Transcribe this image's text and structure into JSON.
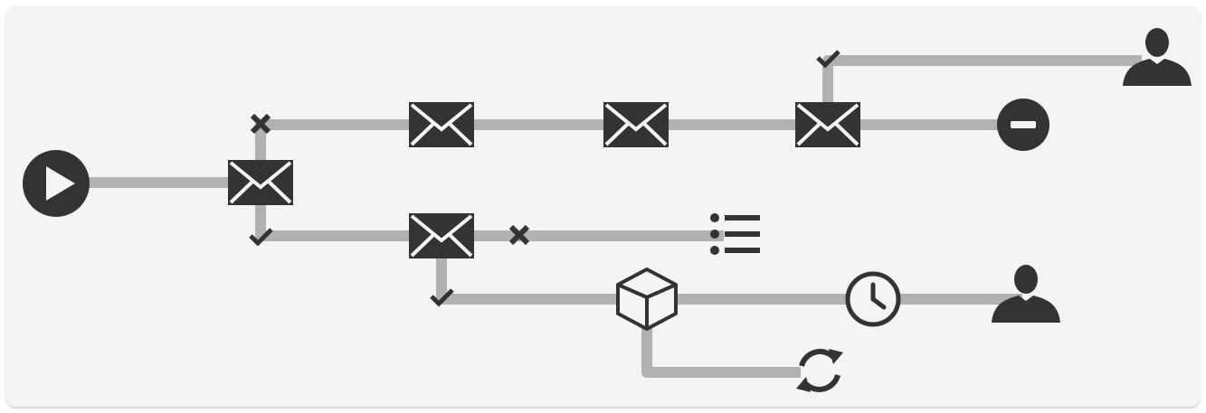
{
  "diagram": {
    "type": "workflow",
    "colors": {
      "connector": "#b1b1b1",
      "icon": "#333333",
      "card_background": "#f4f4f4"
    },
    "nodes": [
      {
        "id": "start",
        "icon": "play-icon"
      },
      {
        "id": "email_1",
        "icon": "envelope-icon"
      },
      {
        "id": "email_2",
        "icon": "envelope-icon"
      },
      {
        "id": "email_3",
        "icon": "envelope-icon"
      },
      {
        "id": "email_4",
        "icon": "envelope-icon"
      },
      {
        "id": "email_5",
        "icon": "envelope-icon"
      },
      {
        "id": "contact_1",
        "icon": "person-icon"
      },
      {
        "id": "stop",
        "icon": "minus-circle-icon"
      },
      {
        "id": "list",
        "icon": "list-icon"
      },
      {
        "id": "product",
        "icon": "cube-icon"
      },
      {
        "id": "wait",
        "icon": "clock-icon"
      },
      {
        "id": "contact_2",
        "icon": "person-icon"
      },
      {
        "id": "repeat",
        "icon": "refresh-icon"
      }
    ],
    "branches": [
      {
        "from": "email_1",
        "outcome": "no",
        "icon": "x-icon"
      },
      {
        "from": "email_1",
        "outcome": "yes",
        "icon": "check-icon"
      },
      {
        "from": "email_4",
        "outcome": "yes",
        "icon": "check-icon"
      },
      {
        "from": "email_5",
        "outcome": "no",
        "icon": "x-icon"
      },
      {
        "from": "email_5",
        "outcome": "yes",
        "icon": "check-icon"
      }
    ]
  }
}
